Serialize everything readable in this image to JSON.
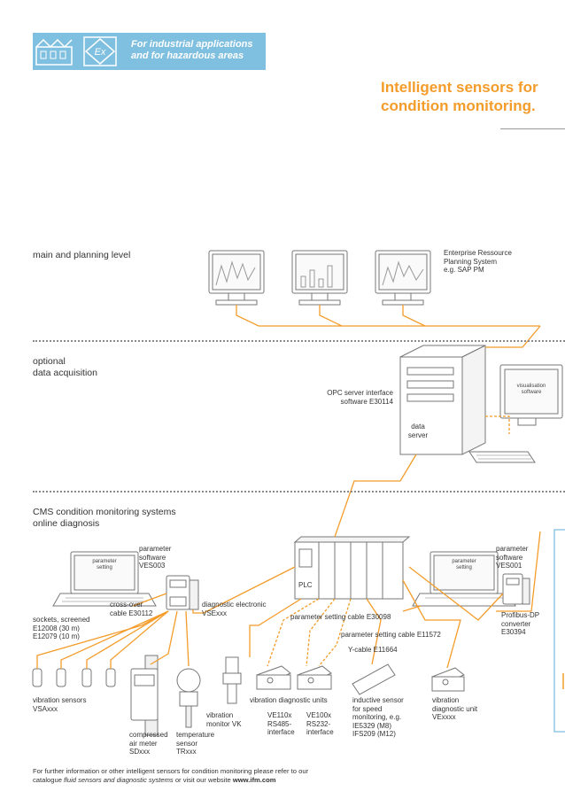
{
  "banner": {
    "line1": "For industrial applications",
    "line2": "and for hazardous areas",
    "icons": [
      "factory-icon",
      "ex-hazard-icon"
    ],
    "color": "#7fbfdf"
  },
  "title": {
    "line1": "Intelligent sensors for",
    "line2": "condition monitoring.",
    "color": "#f39c2a"
  },
  "sections": {
    "main_planning": "main and planning level",
    "optional_line1": "optional",
    "optional_line2": "data acquisition",
    "cms_line1": "CMS condition monitoring systems",
    "cms_line2": "online diagnosis"
  },
  "labels": {
    "erp_line1": "Enterprise Ressource",
    "erp_line2": "Planning System",
    "erp_line3": "e.g. SAP PM",
    "opc_line1": "OPC server interface",
    "opc_line2": "software E30114",
    "data_server_line1": "data",
    "data_server_line2": "server",
    "visualisation_line1": "visualisation",
    "visualisation_line2": "software",
    "param_setting_line1": "parameter",
    "param_setting_line2": "setting",
    "param_sw_left_line1": "parameter",
    "param_sw_left_line2": "software",
    "param_sw_left_line3": "VES003",
    "param_sw_right_line1": "parameter",
    "param_sw_right_line2": "software",
    "param_sw_right_line3": "VES001",
    "crossover_line1": "cross-over",
    "crossover_line2": "cable E30112",
    "diag_elec_line1": "diagnostic electronic",
    "diag_elec_line2": "VSExxx",
    "plc": "PLC",
    "sockets_line1": "sockets, screened",
    "sockets_line2": "E12008 (30 m)",
    "sockets_line3": "E12079 (10 m)",
    "param_cable_1": "parameter setting cable E30098",
    "param_cable_2": "parameter setting cable E11572",
    "ycable": "Y-cable E11664",
    "profibus_line1": "Profibus-DP",
    "profibus_line2": "converter",
    "profibus_line3": "E30394",
    "vib_sensors_line1": "vibration sensors",
    "vib_sensors_line2": "VSAxxx",
    "vib_diag_units": "vibration diagnostic units",
    "vib_monitor_line1": "vibration",
    "vib_monitor_line2": "monitor VK",
    "ve110_line1": "VE110x",
    "ve110_line2": "RS485-",
    "ve110_line3": "interface",
    "ve100_line1": "VE100x",
    "ve100_line2": "RS232-",
    "ve100_line3": "interface",
    "inductive_line1": "inductive sensor",
    "inductive_line2": "for speed",
    "inductive_line3": "monitoring, e.g.",
    "inductive_line4": "IE5329 (M8)",
    "inductive_line5": "IFS209 (M12)",
    "vib_diag_unit_line1": "vibration",
    "vib_diag_unit_line2": "diagnostic unit",
    "vib_diag_unit_line3": "VExxxx",
    "air_line1": "compressed",
    "air_line2": "air meter",
    "air_line3": "SDxxx",
    "temp_line1": "temperature",
    "temp_line2": "sensor",
    "temp_line3": "TRxxx"
  },
  "footer": {
    "part1": "For further information or other intelligent sensors for condition monitoring please refer to our",
    "part2": "catalogue ",
    "part2_italic": "fluid sensors and diagnostic systems",
    "part3": " or visit our website ",
    "website": "www.ifm.com"
  },
  "colors": {
    "cable": "#f39c2a",
    "device": "#777777",
    "accent_blue": "#7fbfdf"
  }
}
